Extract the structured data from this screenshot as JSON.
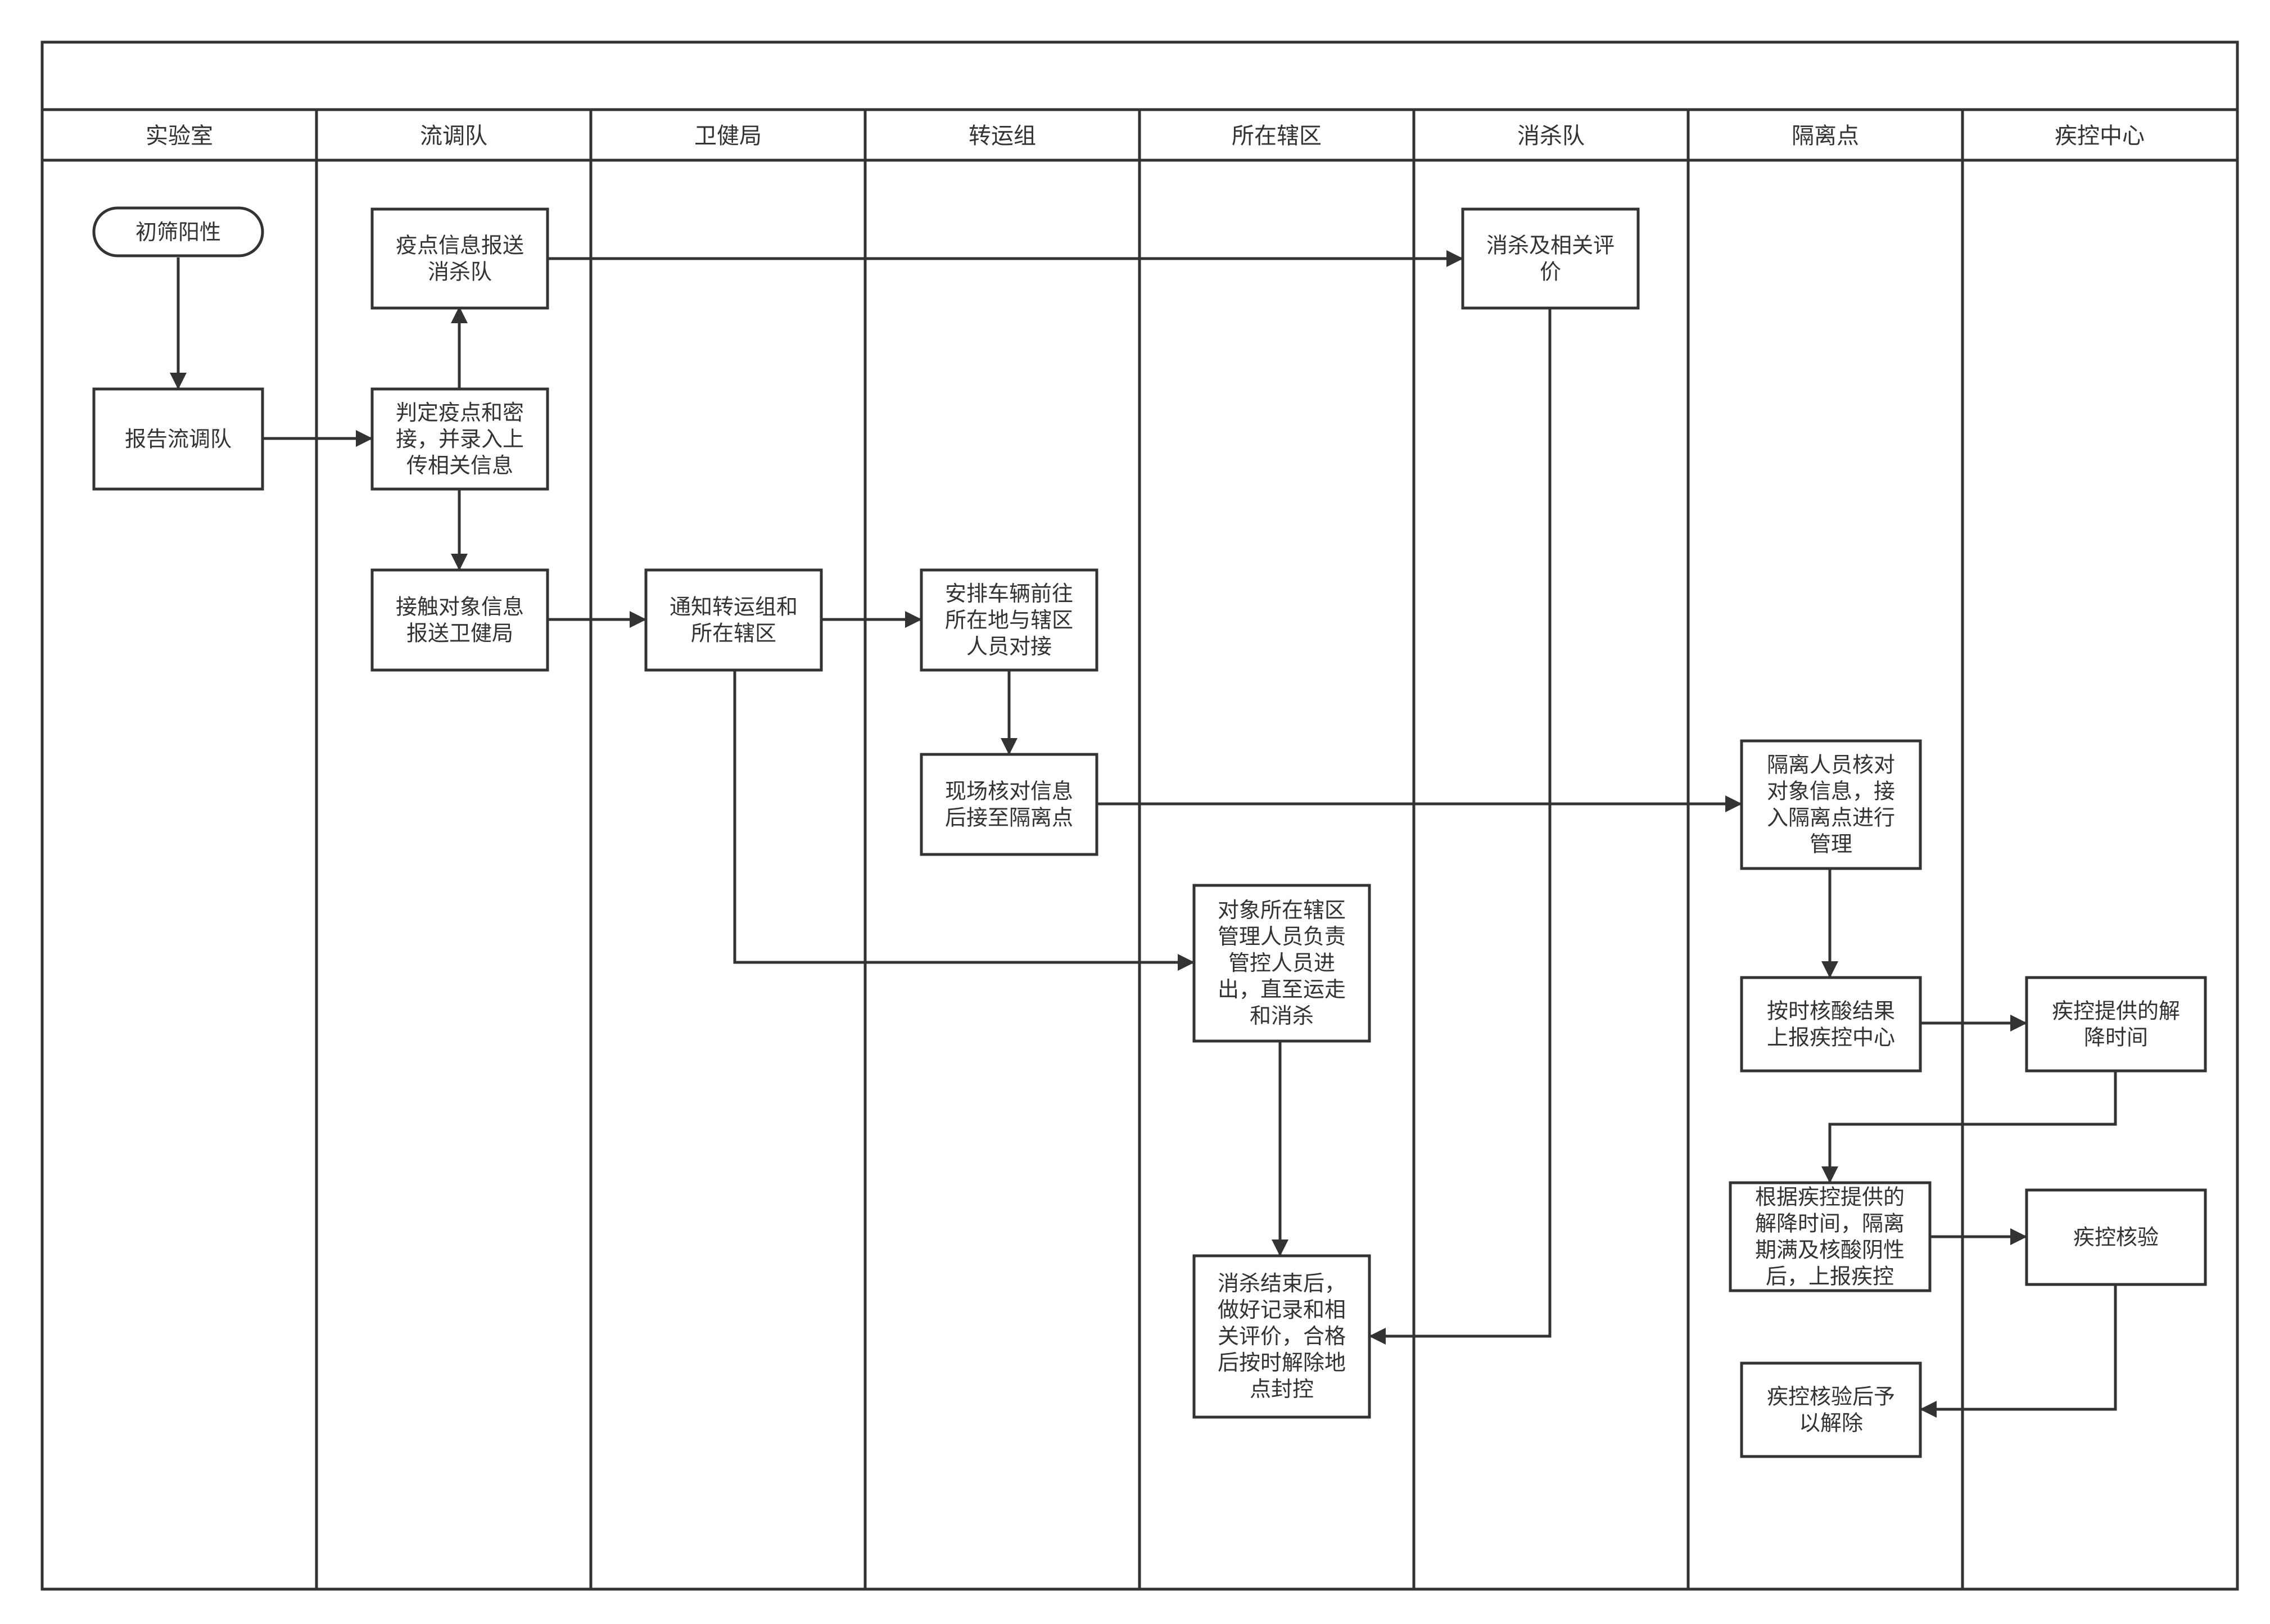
{
  "lanes": [
    {
      "id": "lab",
      "label": "实验室"
    },
    {
      "id": "liudiao",
      "label": "流调队"
    },
    {
      "id": "weijian",
      "label": "卫健局"
    },
    {
      "id": "zhuanyun",
      "label": "转运组"
    },
    {
      "id": "xiaqu",
      "label": "所在辖区"
    },
    {
      "id": "xiaosha",
      "label": "消杀队"
    },
    {
      "id": "geli",
      "label": "隔离点"
    },
    {
      "id": "jikong",
      "label": "疾控中心"
    }
  ],
  "nodes": {
    "start": {
      "label": [
        "初筛阳性"
      ]
    },
    "report": {
      "label": [
        "报告流调队"
      ]
    },
    "judge": {
      "label": [
        "判定疫点和密",
        "接，并录入上",
        "传相关信息"
      ]
    },
    "epi_to_disinfect": {
      "label": [
        "疫点信息报送",
        "消杀队"
      ]
    },
    "contact_to_health": {
      "label": [
        "接触对象信息",
        "报送卫健局"
      ]
    },
    "notify": {
      "label": [
        "通知转运组和",
        "所在辖区"
      ]
    },
    "arrange": {
      "label": [
        "安排车辆前往",
        "所在地与辖区",
        "人员对接"
      ]
    },
    "verify": {
      "label": [
        "现场核对信息",
        "后接至隔离点"
      ]
    },
    "disinfect_eval": {
      "label": [
        "消杀及相关评",
        "价"
      ]
    },
    "isolation_check": {
      "label": [
        "隔离人员核对",
        "对象信息，接",
        "入隔离点进行",
        "管理"
      ]
    },
    "report_nucleic": {
      "label": [
        "按时核酸结果",
        "上报疾控中心"
      ]
    },
    "cdc_time": {
      "label": [
        "疾控提供的解",
        "降时间"
      ]
    },
    "district_manage": {
      "label": [
        "对象所在辖区",
        "管理人员负责",
        "管控人员进",
        "出，直至运走",
        "和消杀"
      ]
    },
    "lift_after": {
      "label": [
        "根据疾控提供的",
        "解降时间，隔离",
        "期满及核酸阴性",
        "后，上报疾控"
      ]
    },
    "cdc_check": {
      "label": [
        "疾控核验"
      ]
    },
    "release": {
      "label": [
        "疾控核验后予",
        "以解除"
      ]
    },
    "unseal": {
      "label": [
        "消杀结束后，",
        "做好记录和相",
        "关评价，合格",
        "后按时解除地",
        "点封控"
      ]
    }
  }
}
